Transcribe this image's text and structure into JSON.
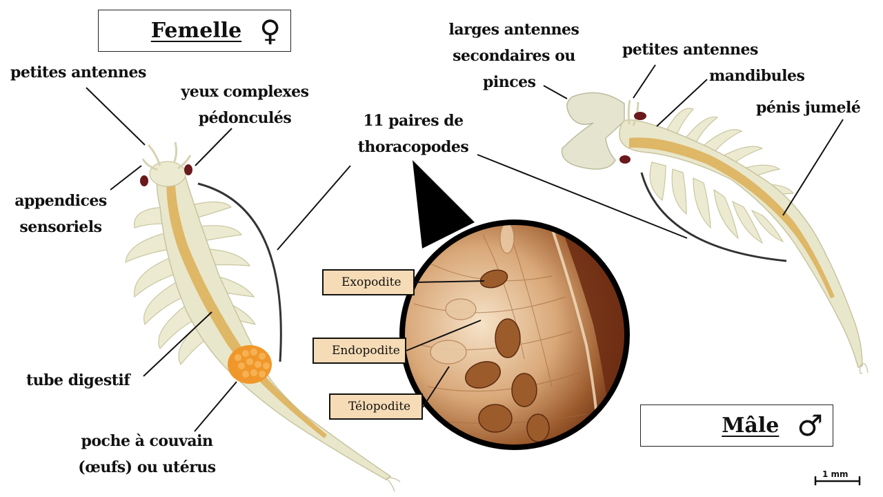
{
  "female": {
    "title": "Femelle",
    "symbol": "♀",
    "labels": {
      "antennules": "petites antennes",
      "eyes_line1": "yeux complexes",
      "eyes_line2": "pédonculés",
      "sensory_line1": "appendices",
      "sensory_line2": "sensoriels",
      "gut": "tube digestif",
      "pouch_line1": "poche à couvain",
      "pouch_line2": "(œufs) ou utérus"
    }
  },
  "thoracopods": {
    "line1": "11 paires de",
    "line2": "thoracopodes",
    "parts": [
      "Exopodite",
      "Endopodite",
      "Télopodite"
    ]
  },
  "male": {
    "title": "Mâle",
    "symbol": "♂",
    "labels": {
      "big_ant_line1": "larges antennes",
      "big_ant_line2": "secondaires ou",
      "big_ant_line3": "pinces",
      "antennules": "petites antennes",
      "mandibles": "mandibules",
      "penis": "pénis jumelé"
    }
  },
  "scale": "1 mm",
  "colors": {
    "body": "#ecead0",
    "gut": "#ddb15c",
    "eggs": "#f0972b",
    "eye": "#6a1a1c",
    "tag_fill": "#f6dcb6"
  }
}
